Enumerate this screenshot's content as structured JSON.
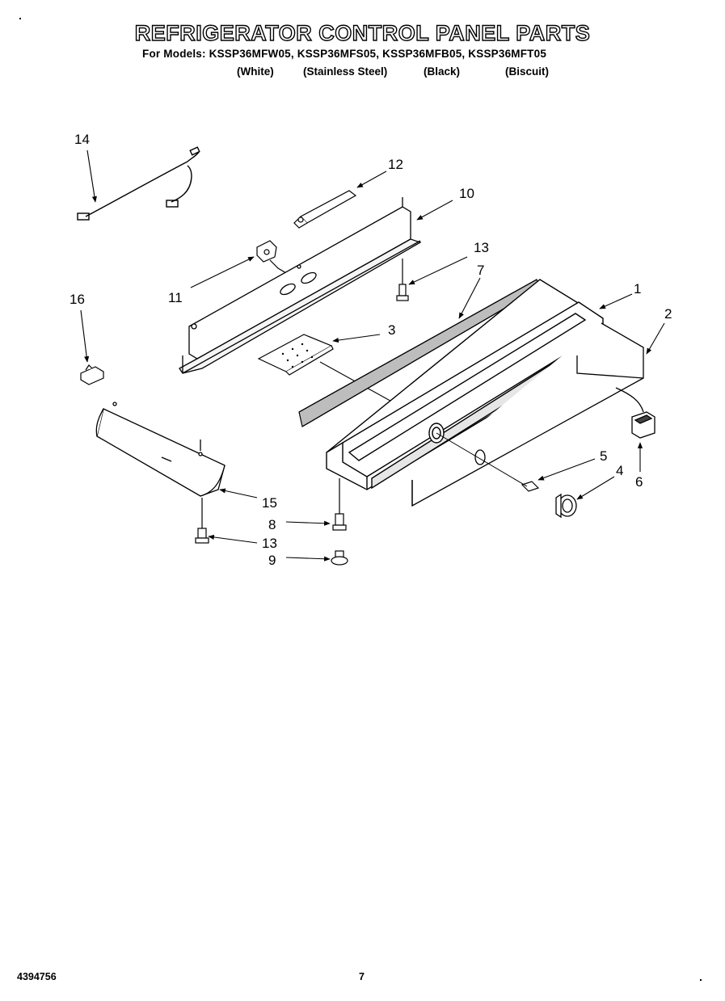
{
  "header": {
    "title": "REFRIGERATOR CONTROL PANEL PARTS",
    "models_line": "For Models: KSSP36MFW05, KSSP36MFS05, KSSP36MFB05, KSSP36MFT05",
    "colors": [
      "(White)",
      "(Stainless Steel)",
      "(Black)",
      "(Biscuit)"
    ]
  },
  "callouts": [
    "14",
    "12",
    "10",
    "13",
    "7",
    "11",
    "16",
    "1",
    "2",
    "3",
    "5",
    "4",
    "6",
    "15",
    "8",
    "13",
    "9"
  ],
  "footer": {
    "doc_number": "4394756",
    "page_number": "7"
  }
}
